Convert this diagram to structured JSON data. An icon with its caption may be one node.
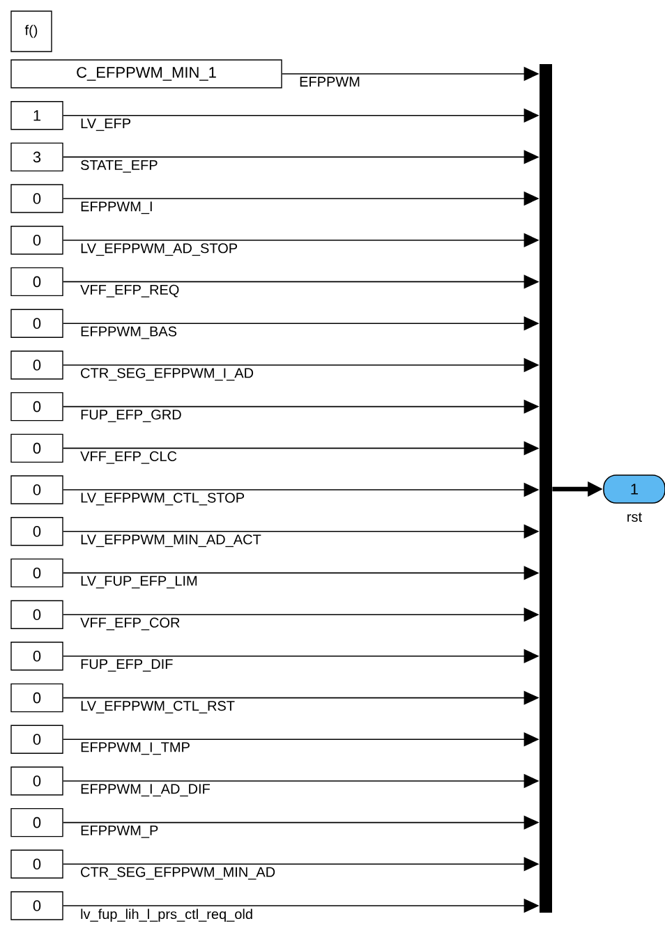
{
  "diagram": {
    "nodes": [
      {
        "text": [
          "f()"
        ]
      },
      {
        "text": [
          "C_EFPPWM_MIN_1"
        ]
      },
      {
        "text": [
          "1"
        ]
      },
      {
        "text": [
          "3"
        ]
      },
      {
        "text": [
          "0"
        ]
      },
      {
        "text": [
          "0"
        ]
      },
      {
        "text": [
          "0"
        ]
      },
      {
        "text": [
          "0"
        ]
      },
      {
        "text": [
          "0"
        ]
      },
      {
        "text": [
          "0"
        ]
      },
      {
        "text": [
          "0"
        ]
      },
      {
        "text": [
          "0"
        ]
      },
      {
        "text": [
          "0"
        ]
      },
      {
        "text": [
          "0"
        ]
      },
      {
        "text": [
          "0"
        ]
      },
      {
        "text": [
          "0"
        ]
      },
      {
        "text": [
          "0"
        ]
      },
      {
        "text": [
          "0"
        ]
      },
      {
        "text": [
          "0"
        ]
      },
      {
        "text": [
          "0"
        ]
      },
      {
        "text": [
          "0"
        ]
      },
      {
        "text": [
          "0"
        ]
      },
      {
        "text": [],
        "shape": "bar"
      },
      {
        "text": [
          "1"
        ],
        "beside": [
          "rst"
        ]
      }
    ],
    "edges": [
      {
        "from": 1,
        "to": 22,
        "arrow": "to",
        "label": "EFPPWM"
      },
      {
        "from": 2,
        "to": 22,
        "arrow": "to",
        "label": "LV_EFP"
      },
      {
        "from": 3,
        "to": 22,
        "arrow": "to",
        "label": "STATE_EFP"
      },
      {
        "from": 4,
        "to": 22,
        "arrow": "to",
        "label": "EFPPWM_I"
      },
      {
        "from": 5,
        "to": 22,
        "arrow": "to",
        "label": "LV_EFPPWM_AD_STOP"
      },
      {
        "from": 6,
        "to": 22,
        "arrow": "to",
        "label": "VFF_EFP_REQ"
      },
      {
        "from": 7,
        "to": 22,
        "arrow": "to",
        "label": "EFPPWM_BAS"
      },
      {
        "from": 8,
        "to": 22,
        "arrow": "to",
        "label": "CTR_SEG_EFPPWM_I_AD"
      },
      {
        "from": 9,
        "to": 22,
        "arrow": "to",
        "label": "FUP_EFP_GRD"
      },
      {
        "from": 10,
        "to": 22,
        "arrow": "to",
        "label": "VFF_EFP_CLC"
      },
      {
        "from": 11,
        "to": 22,
        "arrow": "to",
        "label": "LV_EFPPWM_CTL_STOP"
      },
      {
        "from": 12,
        "to": 22,
        "arrow": "to",
        "label": "LV_EFPPWM_MIN_AD_ACT"
      },
      {
        "from": 13,
        "to": 22,
        "arrow": "to",
        "label": "LV_FUP_EFP_LIM"
      },
      {
        "from": 14,
        "to": 22,
        "arrow": "to",
        "label": "VFF_EFP_COR"
      },
      {
        "from": 15,
        "to": 22,
        "arrow": "to",
        "label": "FUP_EFP_DIF"
      },
      {
        "from": 16,
        "to": 22,
        "arrow": "to",
        "label": "LV_EFPPWM_CTL_RST"
      },
      {
        "from": 17,
        "to": 22,
        "arrow": "to",
        "label": "EFPPWM_I_TMP"
      },
      {
        "from": 18,
        "to": 22,
        "arrow": "to",
        "label": "EFPPWM_I_AD_DIF"
      },
      {
        "from": 19,
        "to": 22,
        "arrow": "to",
        "label": "EFPPWM_P"
      },
      {
        "from": 20,
        "to": 22,
        "arrow": "to",
        "label": "CTR_SEG_EFPPWM_MIN_AD"
      },
      {
        "from": 21,
        "to": 22,
        "arrow": "to",
        "label": "lv_fup_lih_l_prs_ctl_req_old"
      },
      {
        "from": 22,
        "to": 23,
        "arrow": "to",
        "style": "thick"
      }
    ]
  }
}
